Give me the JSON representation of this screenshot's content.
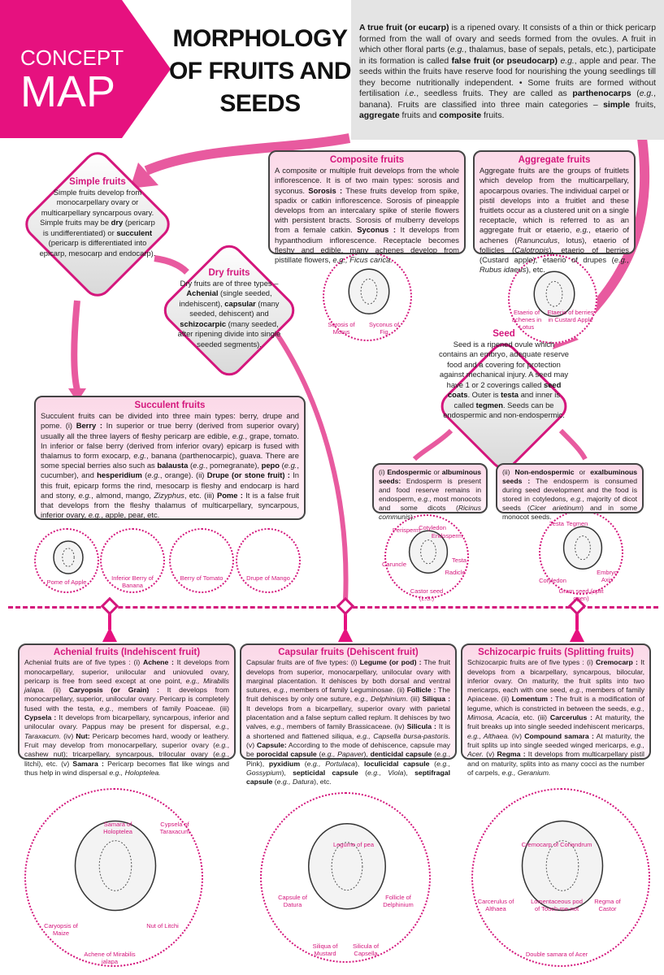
{
  "header": {
    "concept": "CONCEPT",
    "map": "MAP",
    "title": "MORPHOLOGY OF FRUITS AND SEEDS",
    "intro": [
      {
        "b": "A true fruit (or eucarp)"
      },
      {
        "t": " is a ripened ovary. It consists of a thin or thick pericarp formed from the wall of ovary and seeds formed from the ovules. A fruit in which other floral parts ("
      },
      {
        "i": "e.g."
      },
      {
        "t": ", thalamus, base of sepals, petals, etc.), participate in its formation is called "
      },
      {
        "b": "false fruit (or pseudocarp)"
      },
      {
        "t": " "
      },
      {
        "i": "e.g."
      },
      {
        "t": ", apple and pear. The seeds within the fruits have reserve food for nourishing the young seedlings till they become nutritionally independent. • Some fruits are formed without fertilisation "
      },
      {
        "i": "i.e."
      },
      {
        "t": ", seedless fruits. They are called as "
      },
      {
        "b": "parthenocarps"
      },
      {
        "t": " ("
      },
      {
        "i": "e.g."
      },
      {
        "t": ", banana). Fruits are classified into three main categories – "
      },
      {
        "b": "simple"
      },
      {
        "t": " fruits, "
      },
      {
        "b": "aggregate"
      },
      {
        "t": " fruits and "
      },
      {
        "b": "composite"
      },
      {
        "t": " fruits."
      }
    ]
  },
  "simple": {
    "title": "Simple fruits",
    "seg": [
      {
        "t": "Simple fruits develop from monocarpellary ovary or multicarpellary syncarpous ovary. Simple fruits may be "
      },
      {
        "b": "dry"
      },
      {
        "t": " (pericarp is undifferentiated) or "
      },
      {
        "b": "succulent"
      },
      {
        "t": " (pericarp is differentiated into epicarp, mesocarp and endocarp)."
      }
    ]
  },
  "dry": {
    "title": "Dry fruits",
    "seg": [
      {
        "t": "Dry fruits are of three types – "
      },
      {
        "b": "Achenial"
      },
      {
        "t": " (single seeded, indehiscent), "
      },
      {
        "b": "capsular"
      },
      {
        "t": " (many seeded, dehiscent) and "
      },
      {
        "b": "schizocarpic"
      },
      {
        "t": " (many seeded, after ripening divide into single seeded segments)."
      }
    ]
  },
  "composite": {
    "title": "Composite fruits",
    "seg": [
      {
        "t": "A composite or multiple fruit develops from the whole inflorescence. It is of two main types: sorosis and syconus. "
      },
      {
        "b": "Sorosis :"
      },
      {
        "t": " These fruits develop from spike, spadix or catkin inflorescence. Sorosis of pineapple develops from an intercalary spike of sterile flowers with persistent bracts. Sorosis of mulberry develops from a female catkin. "
      },
      {
        "b": "Syconus :"
      },
      {
        "t": " It develops from hypanthodium inflorescence. Receptacle becomes fleshy and edible, many achenes develop from pistillate flowers, "
      },
      {
        "i": "e.g., Ficus carica."
      }
    ],
    "images": [
      "Sorosis of Morus",
      "Syconus of Fig"
    ]
  },
  "aggregate": {
    "title": "Aggregate fruits",
    "seg": [
      {
        "t": "Aggregate fruits are the groups of fruitlets which develop from the multicarpellary, apocarpous ovaries. The individual carpel or pistil develops into a fruitlet and these fruitlets occur as a clustered unit on a single receptacle, which is referred to as an aggregate fruit or etaerio, "
      },
      {
        "i": "e.g."
      },
      {
        "t": ", etaerio of achenes ("
      },
      {
        "i": "Ranunculus"
      },
      {
        "t": ", lotus), etaerio of follicles ("
      },
      {
        "i": "Calotropis"
      },
      {
        "t": "), etaerio of berries (Custard apple), etaerio of drupes ("
      },
      {
        "i": "e.g., Rubus idaeus"
      },
      {
        "t": "), etc."
      }
    ],
    "images": [
      "Etaerio of achenes in Lotus",
      "Etaerio of berries in Custard Apple"
    ]
  },
  "seed": {
    "title": "Seed",
    "seg": [
      {
        "t": "Seed is a ripened ovule which contains an embryo, adequate reserve food and a covering for protection against mechanical injury. A seed may have 1 or 2 coverings called "
      },
      {
        "b": "seed coats"
      },
      {
        "t": ". Outer is "
      },
      {
        "b": "testa"
      },
      {
        "t": " and inner is called "
      },
      {
        "b": "tegmen"
      },
      {
        "t": ". Seeds can be endospermic and non-endospermic."
      }
    ]
  },
  "succulent": {
    "title": "Succulent fruits",
    "seg": [
      {
        "t": "Succulent fruits can be divided into three main types: berry, drupe and pome. (i) "
      },
      {
        "b": "Berry :"
      },
      {
        "t": " In superior or true berry (derived from superior ovary) usually all the three layers of fleshy pericarp are edible, "
      },
      {
        "i": "e.g."
      },
      {
        "t": ", grape, tomato. In inferior or false berry (derived from inferior ovary) epicarp is fused with thalamus to form exocarp, "
      },
      {
        "i": "e.g."
      },
      {
        "t": ", banana (parthenocarpic), guava. There are some special berries also such as "
      },
      {
        "b": "balausta"
      },
      {
        "t": " ("
      },
      {
        "i": "e.g."
      },
      {
        "t": ", pomegranate), "
      },
      {
        "b": "pepo"
      },
      {
        "t": " ("
      },
      {
        "i": "e.g."
      },
      {
        "t": ", cucumber), and "
      },
      {
        "b": "hesperidium"
      },
      {
        "t": " ("
      },
      {
        "i": "e.g."
      },
      {
        "t": ", orange). (ii) "
      },
      {
        "b": "Drupe (or stone fruit) :"
      },
      {
        "t": " In this fruit, epicarp forms the rind, mesocarp is fleshy and endocarp is hard and stony, "
      },
      {
        "i": "e.g."
      },
      {
        "t": ", almond, mango, "
      },
      {
        "i": "Zizyphus"
      },
      {
        "t": ", etc. (iii) "
      },
      {
        "b": "Pome :"
      },
      {
        "t": " It is a false fruit that develops from the fleshy thalamus of multicarpellary, syncarpous, inferior ovary, "
      },
      {
        "i": "e.g."
      },
      {
        "t": ", apple, pear, etc."
      }
    ],
    "images": [
      "Pome of Apple",
      "Inferior Berry of Banana",
      "Berry of Tomato",
      "Drupe of Mango"
    ]
  },
  "endo": {
    "seg": [
      {
        "t": "(i) "
      },
      {
        "b": "Endospermic"
      },
      {
        "t": " or "
      },
      {
        "b": "albuminous seeds:"
      },
      {
        "t": " Endosperm is present and food reserve remains in endosperm, "
      },
      {
        "i": "e.g."
      },
      {
        "t": ", most monocots and some dicots ("
      },
      {
        "i": "Ricinus communis"
      },
      {
        "t": ")."
      }
    ],
    "labels": [
      "Perisperm",
      "Cotyledon",
      "Endosperm",
      "Testa",
      "Caruncle",
      "Radicle",
      "Castor seed (L.S.)"
    ]
  },
  "nonendo": {
    "seg": [
      {
        "t": "(ii) "
      },
      {
        "b": "Non-endospermic"
      },
      {
        "t": " or "
      },
      {
        "b": "exalbuminous seeds :"
      },
      {
        "t": " The endosperm is consumed during seed development and the food is stored in cotyledons, "
      },
      {
        "i": "e.g."
      },
      {
        "t": ", majority of dicot seeds ("
      },
      {
        "i": "Cicer arietinum"
      },
      {
        "t": ") and in some monocot seeds."
      }
    ],
    "labels": [
      "Testa",
      "Tegmen",
      "Cotyledon",
      "Embryo Axis",
      "Gram seed (split open)"
    ]
  },
  "achenial": {
    "title": "Achenial fruits (Indehiscent fruit)",
    "seg": [
      {
        "t": "Achenial fruits are of five types : (i) "
      },
      {
        "b": "Achene :"
      },
      {
        "t": " It develops from monocarpellary, superior, unilocular and uniovuled ovary, pericarp is free from seed except at one point, "
      },
      {
        "i": "e.g., Mirabilis jalapa."
      },
      {
        "t": " (ii) "
      },
      {
        "b": "Caryopsis (or Grain) :"
      },
      {
        "t": " It develops from monocarpellary, superior, unilocular ovary. Pericarp is completely fused with the testa, "
      },
      {
        "i": "e.g."
      },
      {
        "t": ", members of family Poaceae. (iii) "
      },
      {
        "b": "Cypsela :"
      },
      {
        "t": " It develops from bicarpellary, syncarpous, inferior and unilocular ovary. Pappus may be present for dispersal, "
      },
      {
        "i": "e.g., Taraxacum."
      },
      {
        "t": " (iv) "
      },
      {
        "b": "Nut:"
      },
      {
        "t": " Pericarp becomes hard, woody or leathery. Fruit may develop from monocarpellary, superior ovary ("
      },
      {
        "i": "e.g."
      },
      {
        "t": ", cashew nut); tricarpellary, syncarpous, trilocular ovary ("
      },
      {
        "i": "e.g."
      },
      {
        "t": ", litchi), etc. (v) "
      },
      {
        "b": "Samara :"
      },
      {
        "t": " Pericarp becomes flat like wings and thus help in wind dispersal "
      },
      {
        "i": "e.g., Holoptelea."
      }
    ],
    "images": [
      "Samara of Holoptelea",
      "Cypsela of Taraxacum",
      "Caryopsis of Maize",
      "Nut of Litchi",
      "Achene of Mirabilis jalapa"
    ]
  },
  "capsular": {
    "title": "Capsular fruits (Dehiscent fruit)",
    "seg": [
      {
        "t": "Capsular fruits are of five types: (i) "
      },
      {
        "b": "Legume (or pod) :"
      },
      {
        "t": " The fruit develops from superior, monocarpellary, unilocular ovary with marginal placentation. It dehisces by both dorsal and ventral sutures, "
      },
      {
        "i": "e.g."
      },
      {
        "t": ", members of family Leguminosae. (ii) "
      },
      {
        "b": "Follicle :"
      },
      {
        "t": " The fruit dehisces by only one suture, "
      },
      {
        "i": "e.g., Delphinium"
      },
      {
        "t": ". (iii) "
      },
      {
        "b": "Siliqua :"
      },
      {
        "t": " It develops from a bicarpellary, superior ovary with parietal placentation and a false septum called replum. It dehisces by two valves, "
      },
      {
        "i": "e.g."
      },
      {
        "t": ", members of family Brassicaceae. (iv) "
      },
      {
        "b": "Silicula :"
      },
      {
        "t": " It is a shortened and flattened siliqua, "
      },
      {
        "i": "e.g., Capsella bursa-pastoris."
      },
      {
        "t": " (v) "
      },
      {
        "b": "Capsule:"
      },
      {
        "t": " According to the mode of dehiscence, capsule may be "
      },
      {
        "b": "porocidal capsule"
      },
      {
        "t": " ("
      },
      {
        "i": "e.g., Papaver"
      },
      {
        "t": "), "
      },
      {
        "b": "denticidal capsule"
      },
      {
        "t": " ("
      },
      {
        "i": "e.g."
      },
      {
        "t": ", Pink), "
      },
      {
        "b": "pyxidium"
      },
      {
        "t": " ("
      },
      {
        "i": "e.g., Portulaca"
      },
      {
        "t": "), "
      },
      {
        "b": "loculicidal capsule"
      },
      {
        "t": " ("
      },
      {
        "i": "e.g., Gossypium"
      },
      {
        "t": "), "
      },
      {
        "b": "septicidal capsule"
      },
      {
        "t": " ("
      },
      {
        "i": "e.g., Viola"
      },
      {
        "t": "), "
      },
      {
        "b": "septifragal capsule"
      },
      {
        "t": " ("
      },
      {
        "i": "e.g., Datura"
      },
      {
        "t": "), etc."
      }
    ],
    "images": [
      "Legume of pea",
      "Capsule of Datura",
      "Follicle of Delphinium",
      "Siliqua of Mustard",
      "Silicula of Capsella"
    ]
  },
  "schizo": {
    "title": "Schizocarpic fruits (Splitting fruits)",
    "seg": [
      {
        "t": "Schizocarpic fruits are of five types : (i) "
      },
      {
        "b": "Cremocarp :"
      },
      {
        "t": " It develops from a bicarpellary, syncarpous, bilocular, inferior ovary. On maturity, the fruit splits into two mericarps, each with one seed, "
      },
      {
        "i": "e.g."
      },
      {
        "t": ", members of family Apiaceae. (ii) "
      },
      {
        "b": "Lomentum :"
      },
      {
        "t": " The fruit is a modification of legume, which is constricted in between the seeds, "
      },
      {
        "i": "e.g., Mimosa, Acacia"
      },
      {
        "t": ", etc. (iii) "
      },
      {
        "b": "Carcerulus :"
      },
      {
        "t": " At maturity, the fruit breaks up into single seeded indehiscent mericarps, "
      },
      {
        "i": "e.g., Althaea."
      },
      {
        "t": " (iv) "
      },
      {
        "b": "Compound samara :"
      },
      {
        "t": " At maturity, the fruit splits up into single seeded winged mericarps, "
      },
      {
        "i": "e.g., Acer."
      },
      {
        "t": " (v) "
      },
      {
        "b": "Regma :"
      },
      {
        "t": " It develops from multicarpellary pistil and on maturity, splits into as many cocci as the number of carpels, "
      },
      {
        "i": "e.g., Geranium."
      }
    ],
    "images": [
      "Cremocarp of Coriandrum",
      "Carcerulus of Althaea",
      "Lomentaceous pod of Touch-me-not",
      "Regma of Castor",
      "Double samara of Acer"
    ]
  },
  "colors": {
    "accent": "#e6117f",
    "box_bg": "#fbd9e8",
    "intro_bg": "#e4e4e4"
  }
}
